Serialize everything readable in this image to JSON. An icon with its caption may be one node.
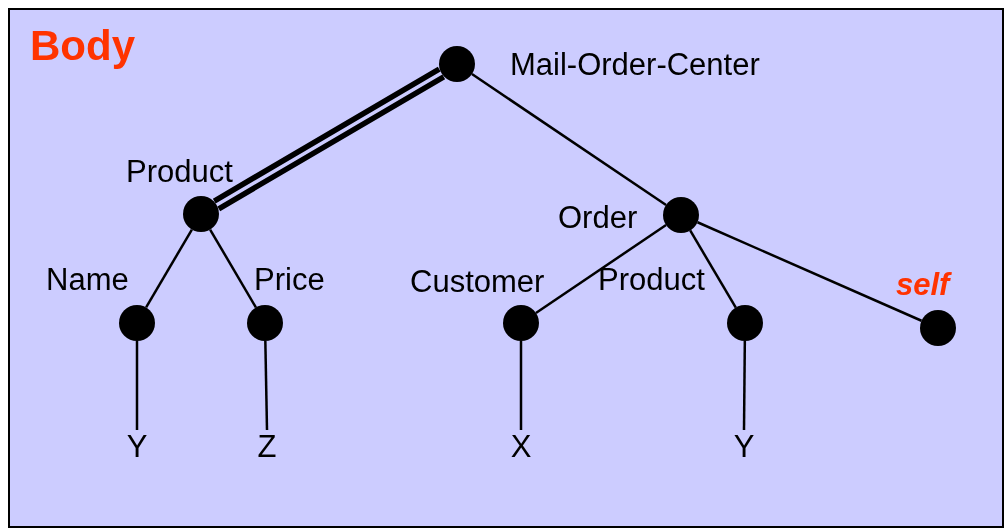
{
  "diagram": {
    "nodes": [
      {
        "text": [
          "Body"
        ]
      },
      {
        "text": [],
        "shape": "circle",
        "beside": [
          "Mail-Order-Center"
        ],
        "in": 0
      },
      {
        "text": [],
        "shape": "circle",
        "beside": [
          "Product"
        ],
        "in": 0
      },
      {
        "text": [],
        "shape": "circle",
        "beside": [
          "Order"
        ],
        "in": 0
      },
      {
        "text": [],
        "shape": "circle",
        "beside": [
          "Name"
        ],
        "in": 0
      },
      {
        "text": [],
        "shape": "circle",
        "beside": [
          "Price"
        ],
        "in": 0
      },
      {
        "text": [],
        "shape": "circle",
        "beside": [
          "Customer"
        ],
        "in": 0
      },
      {
        "text": [],
        "shape": "circle",
        "beside": [
          "Product"
        ],
        "in": 0
      },
      {
        "text": [],
        "shape": "circle",
        "beside": [
          "self"
        ],
        "in": 0
      },
      {
        "text": [
          "Y"
        ],
        "in": 0
      },
      {
        "text": [
          "Z"
        ],
        "in": 0
      },
      {
        "text": [
          "X"
        ],
        "in": 0
      },
      {
        "text": [
          "Y"
        ],
        "in": 0
      }
    ],
    "edges": [
      {
        "from": 1,
        "to": 2,
        "arrow": "none",
        "style": "thick"
      },
      {
        "from": 1,
        "to": 3,
        "arrow": "none"
      },
      {
        "from": 2,
        "to": 4,
        "arrow": "none"
      },
      {
        "from": 2,
        "to": 5,
        "arrow": "none"
      },
      {
        "from": 3,
        "to": 6,
        "arrow": "none"
      },
      {
        "from": 3,
        "to": 7,
        "arrow": "none"
      },
      {
        "from": 3,
        "to": 8,
        "arrow": "none"
      },
      {
        "from": 4,
        "to": 9,
        "arrow": "none"
      },
      {
        "from": 5,
        "to": 10,
        "arrow": "none"
      },
      {
        "from": 6,
        "to": 11,
        "arrow": "none"
      },
      {
        "from": 7,
        "to": 12,
        "arrow": "none"
      }
    ]
  }
}
